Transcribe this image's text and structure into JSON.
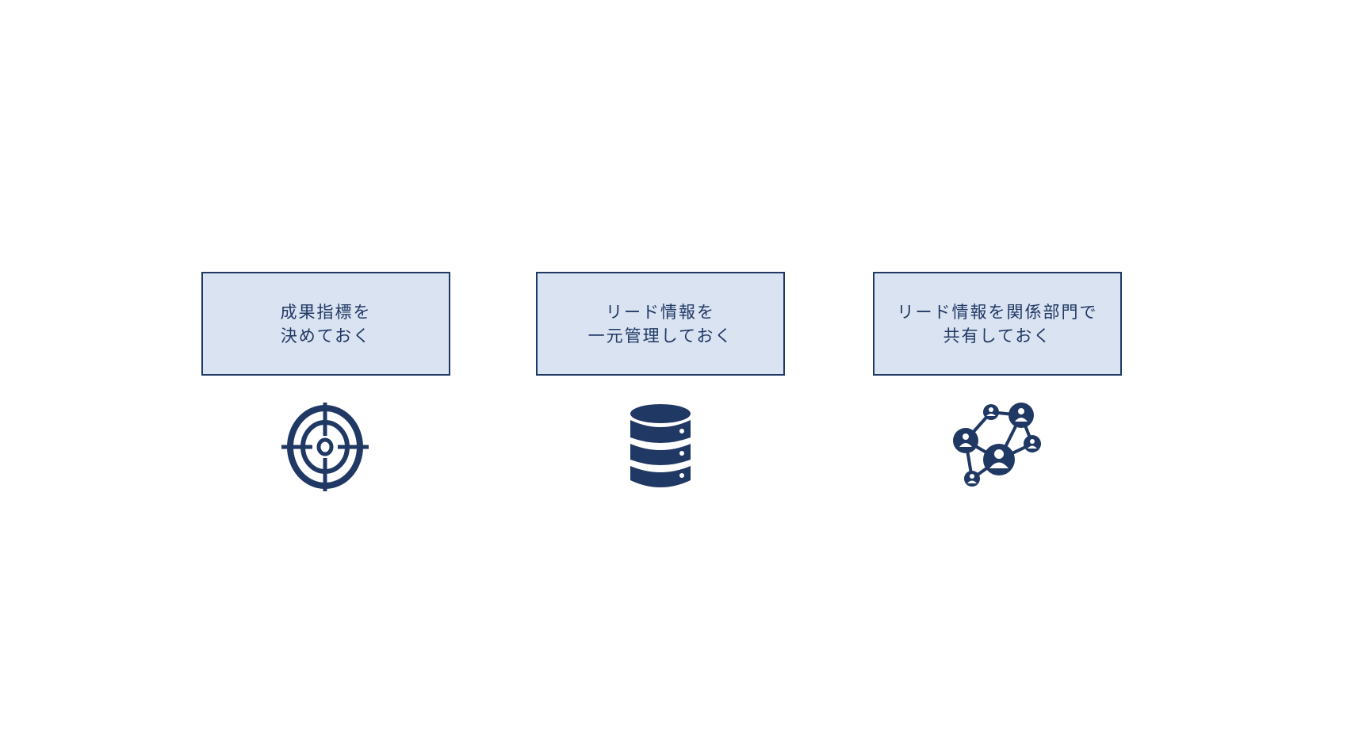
{
  "items": [
    {
      "line1": "成果指標を",
      "line2": "決めておく",
      "icon": "target-icon"
    },
    {
      "line1": "リード情報を",
      "line2": "一元管理しておく",
      "icon": "database-icon"
    },
    {
      "line1": "リード情報を関係部門で",
      "line2": "共有しておく",
      "icon": "network-people-icon"
    }
  ],
  "colors": {
    "accent": "#203864",
    "box_fill": "#dae3f1"
  }
}
